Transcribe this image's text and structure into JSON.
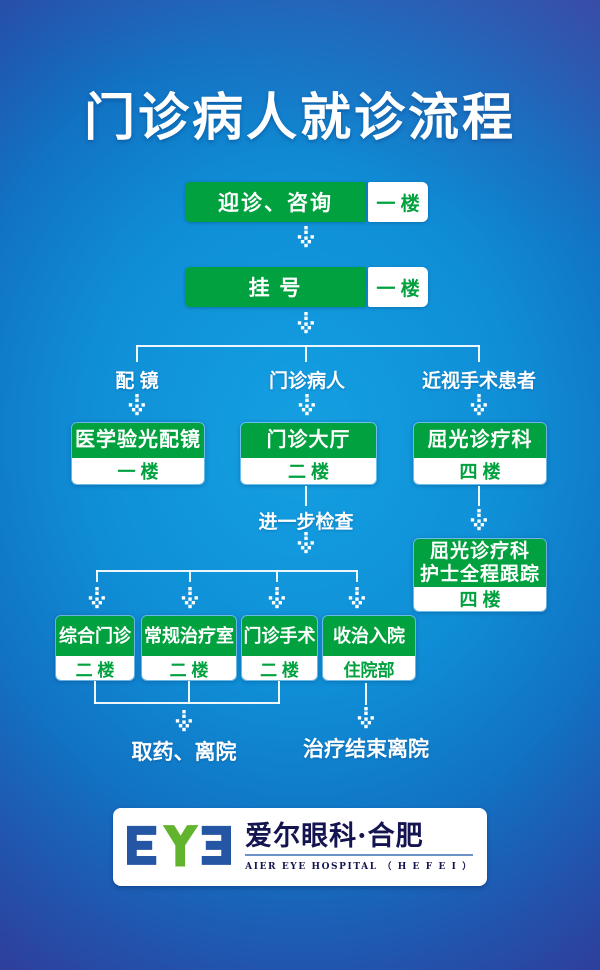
{
  "title": "门诊病人就诊流程",
  "colors": {
    "green": "#00a13e",
    "background_center_blue": "#0f8ed6",
    "background_edge_navy": "#2f3d9a",
    "logo_blue": "#2456a4",
    "logo_green": "#62b42e",
    "text_white": "#ffffff"
  },
  "flow": {
    "step1": {
      "label": "迎诊、咨询",
      "floor": "一 楼"
    },
    "step2": {
      "label": "挂  号",
      "floor": "一 楼"
    },
    "branches": [
      {
        "label": "配  镜",
        "box": "医学验光配镜",
        "floor": "一 楼"
      },
      {
        "label": "门诊病人",
        "box": "门诊大厅",
        "floor": "二 楼"
      },
      {
        "label": "近视手术患者",
        "box": "屈光诊疗科",
        "floor": "四 楼"
      }
    ],
    "further_check_label": "进一步检查",
    "follow_box": {
      "line1": "屈光诊疗科",
      "line2": "护士全程跟踪",
      "floor": "四 楼"
    },
    "sub_boxes": [
      {
        "label": "综合门诊",
        "floor": "二 楼"
      },
      {
        "label": "常规治疗室",
        "floor": "二 楼"
      },
      {
        "label": "门诊手术",
        "floor": "二 楼"
      },
      {
        "label": "收治入院",
        "floor": "住院部"
      }
    ],
    "outcome_left": "取药、离院",
    "outcome_right": "治疗结束离院"
  },
  "logo": {
    "logo_text": "EYE",
    "brand_cn": "爱尔眼科·合肥",
    "brand_en": "AIER EYE HOSPITAL （ H E F E I ）"
  }
}
